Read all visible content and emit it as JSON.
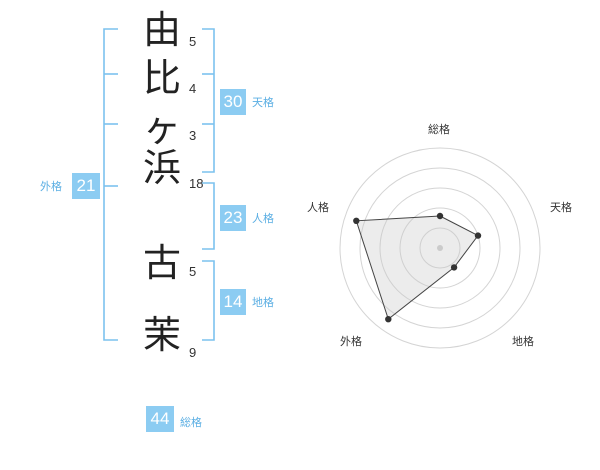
{
  "name": {
    "chars": [
      "由",
      "比",
      "ヶ",
      "浜",
      "古",
      "茉"
    ],
    "strokes": [
      "5",
      "4",
      "3",
      "18",
      "5",
      "9"
    ]
  },
  "grid": {
    "tenkaku": {
      "value": "30",
      "label": "天格"
    },
    "jinkaku": {
      "value": "23",
      "label": "人格"
    },
    "chikaku": {
      "value": "14",
      "label": "地格"
    },
    "gaikaku": {
      "value": "21",
      "label": "外格"
    },
    "soukaku": {
      "value": "44",
      "label": "総格"
    }
  },
  "colors": {
    "accent": "#8cccf2",
    "bracket": "#7cc2ee"
  },
  "chart_data": {
    "type": "radar",
    "axes": [
      "総格",
      "天格",
      "地格",
      "外格",
      "人格"
    ],
    "range": [
      0,
      5
    ],
    "values": [
      1.6,
      2.0,
      1.2,
      4.4,
      4.4
    ]
  }
}
